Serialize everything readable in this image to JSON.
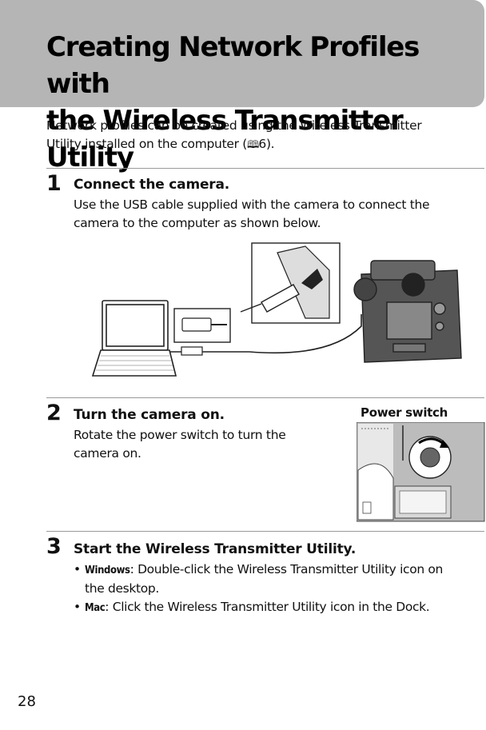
{
  "title_lines": [
    "Creating Network Profiles with",
    "the Wireless Transmitter Utility"
  ],
  "intro": {
    "line1": "Network profiles can be created using the Wireless Transmitter",
    "line2_before": "Utility installed on the computer (",
    "ref": "6",
    "line2_after": ")."
  },
  "steps": [
    {
      "number": "1",
      "title": "Connect the camera.",
      "body_lines": [
        "Use the USB cable supplied with the camera to connect the",
        "camera to the computer as shown below."
      ]
    },
    {
      "number": "2",
      "title": "Turn the camera on.",
      "body_lines": [
        "Rotate the power switch to turn the",
        "camera on."
      ],
      "figure_caption": "Power switch"
    },
    {
      "number": "3",
      "title": "Start the Wireless Transmitter Utility.",
      "bullets": [
        {
          "label": "Windows",
          "text": ": Double-click the Wireless Transmitter Utility icon on",
          "text2": "the desktop."
        },
        {
          "label": "Mac",
          "text": ": Click the Wireless Transmitter Utility icon in the Dock."
        }
      ]
    }
  ],
  "page_number": "28"
}
